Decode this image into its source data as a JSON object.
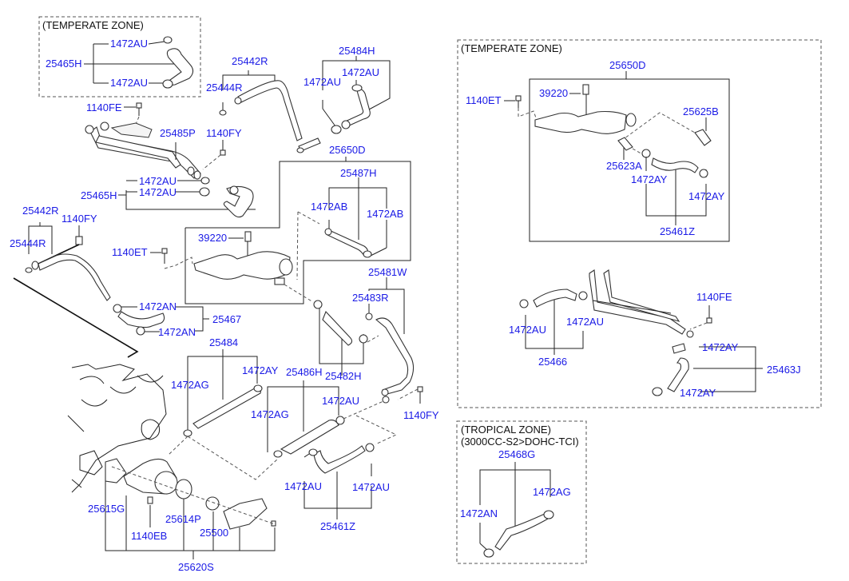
{
  "title": "Engine cooling water pipe & hose parts diagram",
  "zones": {
    "temperate_zone_left": {
      "header": "(TEMPERATE ZONE)"
    },
    "temperate_zone_right": {
      "header": "(TEMPERATE ZONE)"
    },
    "tropical_zone": {
      "header_line1": "(TROPICAL ZONE)",
      "header_line2": "(3000CC-S2>DOHC-TCI)"
    }
  },
  "labels": {
    "tz1_1472au_top": "1472AU",
    "tz1_25465h": "25465H",
    "tz1_1472au_bottom": "1472AU",
    "p25442r_top": "25442R",
    "p25444r_top": "25444R",
    "p25484h": "25484H",
    "p1472au_25484h_left": "1472AU",
    "p1472au_25484h_right": "1472AU",
    "p1140fe_left": "1140FE",
    "p25485p": "25485P",
    "p1140fy_mid": "1140FY",
    "p1472au_a": "1472AU",
    "p1472au_b": "1472AU",
    "p25465h": "25465H",
    "p25650d_mid": "25650D",
    "p25487h": "25487H",
    "p1472ab_left": "1472AB",
    "p1472ab_right": "1472AB",
    "p39220_mid": "39220",
    "p1140et_mid": "1140ET",
    "p25442r_left": "25442R",
    "p1140fy_left": "1140FY",
    "p25444r_left": "25444R",
    "p1472an_top": "1472AN",
    "p25467": "25467",
    "p1472an_bottom": "1472AN",
    "p25481w": "25481W",
    "p25483r": "25483R",
    "p25482h": "25482H",
    "p25484": "25484",
    "p1472ay_25484": "1472AY",
    "p1472ag_25484": "1472AG",
    "p25486h": "25486H",
    "p1472au_25486h": "1472AU",
    "p1472ag_25486h": "1472AG",
    "p1140fy_right": "1140FY",
    "p1472au_25461z_left": "1472AU",
    "p1472au_25461z_right": "1472AU",
    "p25461z_bottom": "25461Z",
    "p25615g": "25615G",
    "p1140eb": "1140EB",
    "p25614p": "25614P",
    "p25500": "25500",
    "p25620s": "25620S",
    "r25650d": "25650D",
    "r1140et": "1140ET",
    "r39220": "39220",
    "r25625b": "25625B",
    "r25623a": "25623A",
    "r1472ay_left": "1472AY",
    "r1472ay_right": "1472AY",
    "r25461z": "25461Z",
    "r1140fe": "1140FE",
    "r1472au_left": "1472AU",
    "r1472au_right": "1472AU",
    "r25466": "25466",
    "r1472ay_top": "1472AY",
    "r25463j": "25463J",
    "r1472ay_bottom": "1472AY",
    "t25468g": "25468G",
    "t1472ag": "1472AG",
    "t1472an": "1472AN"
  },
  "colors": {
    "label": "#1a1ae6",
    "line": "#222222",
    "background": "#ffffff"
  }
}
